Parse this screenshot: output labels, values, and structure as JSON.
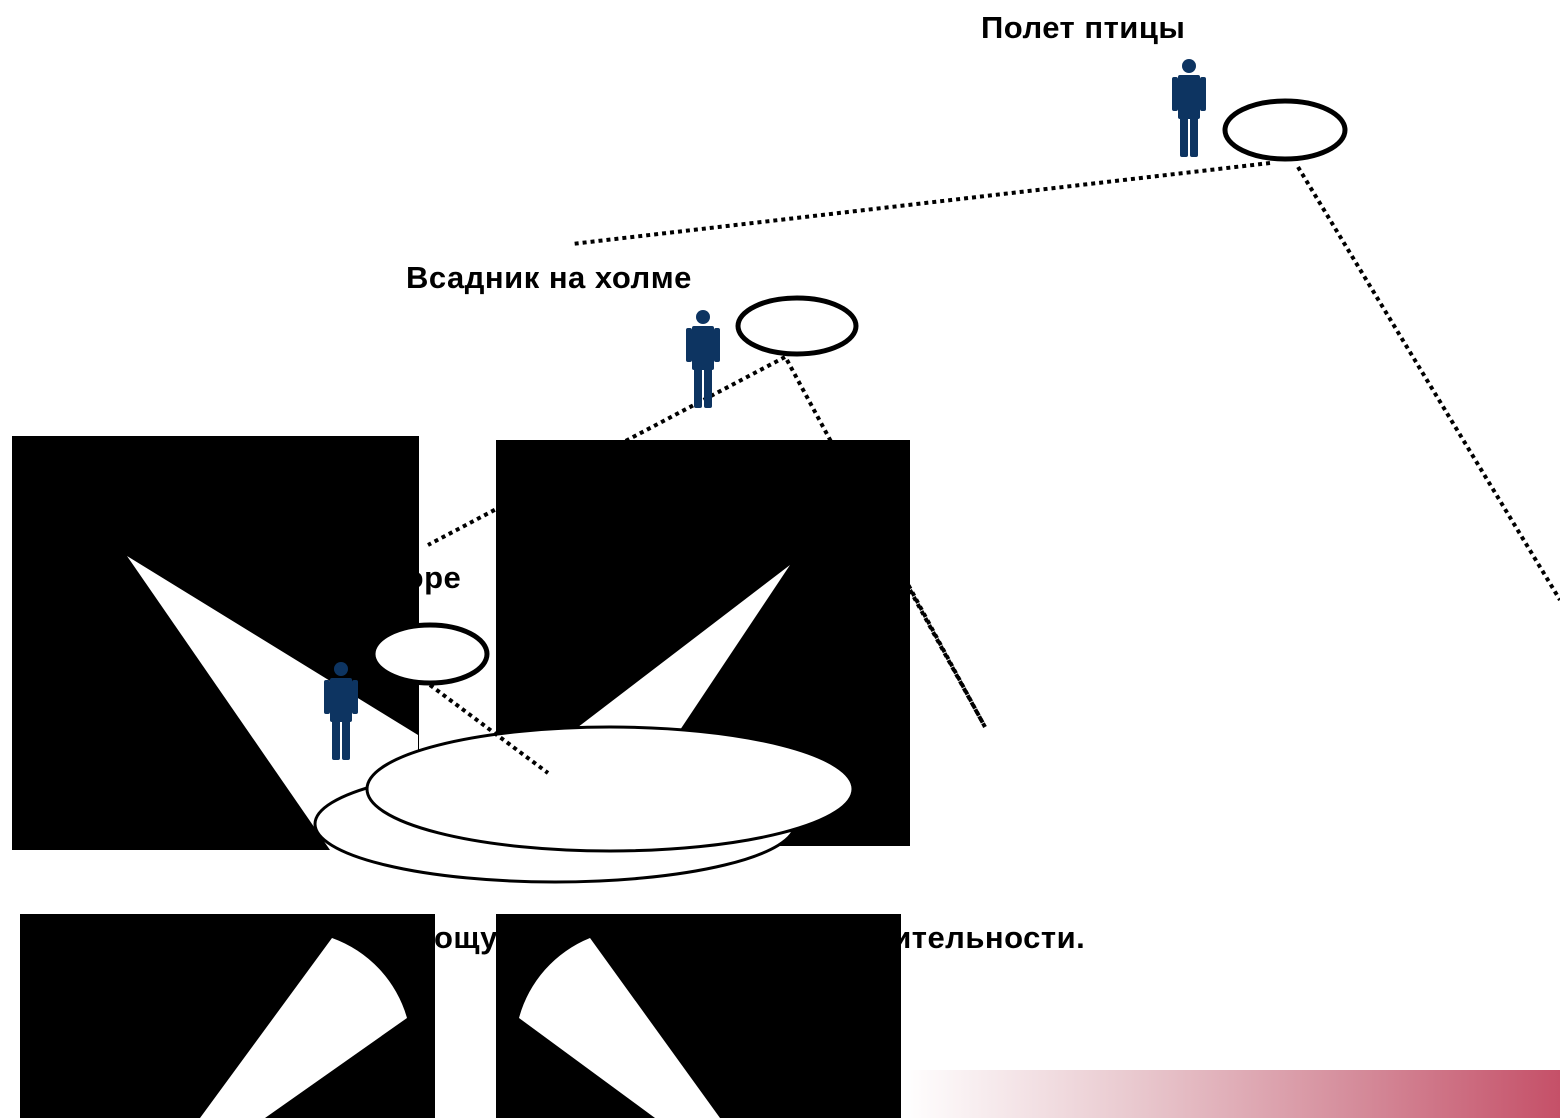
{
  "labels": {
    "bird_flight": "Полет птицы",
    "rider_on_hill": "Всадник на холме",
    "mouse_burrow": "Мыш в норе",
    "caption": "ощущение относительности."
  },
  "colors": {
    "person": "#0d3461",
    "mask": "#000000",
    "gradient_end": "#c55068"
  },
  "icons": {
    "observer": "person-icon",
    "viewpoint": "ellipse-viewpoint",
    "mask": "pacman-mask-shape"
  }
}
